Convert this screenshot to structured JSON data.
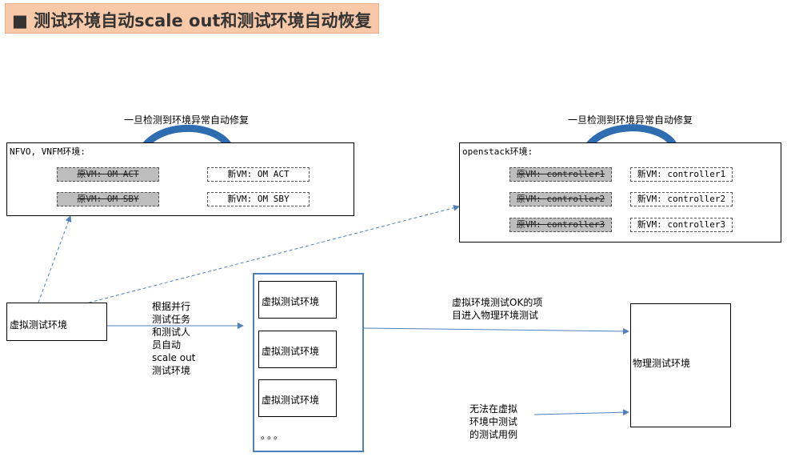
{
  "title": "■ 测试环境自动scale out和测试环境自动恢复",
  "left_panel": {
    "caption": "一旦检测到环境异常自动修复",
    "label": "NFVO, VNFM环境:",
    "old_vms": [
      "原VM: OM ACT",
      "原VM: OM SBY"
    ],
    "new_vms": [
      "新VM: OM ACT",
      "新VM: OM SBY"
    ]
  },
  "right_panel": {
    "caption": "一旦检测到环境异常自动修复",
    "label": "openstack环境:",
    "old_vms": [
      "原VM: controller1",
      "原VM: controller2",
      "原VM: controller3"
    ],
    "new_vms": [
      "新VM: controller1",
      "新VM: controller2",
      "新VM: controller3"
    ]
  },
  "virtual_env": "虚拟测试环境",
  "scale_note": [
    "根据并行",
    "测试任务",
    "和测试人",
    "员自动",
    "scale out",
    "测试环境"
  ],
  "pool_items": [
    "虚拟测试环境",
    "虚拟测试环境",
    "虚拟测试环境"
  ],
  "pool_ellipsis": "。。。",
  "ok_note": [
    "虚拟环境测试OK的项",
    "目进入物理环境测试"
  ],
  "physical_env": "物理测试环境",
  "cannot_note": [
    "无法在虚拟",
    "环境中测试",
    "的测试用例"
  ],
  "colors": {
    "title_bg": "#f7c9a9",
    "arrow_blue": "#2e6db0",
    "line_blue": "#4f81bd"
  }
}
